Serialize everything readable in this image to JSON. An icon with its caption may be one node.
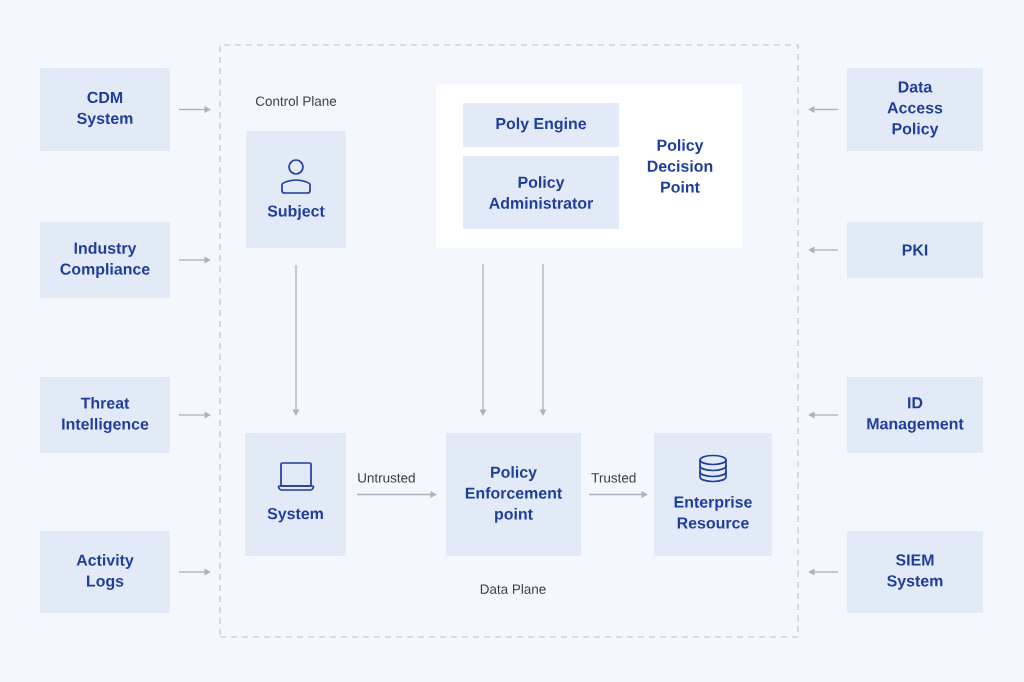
{
  "diagram": {
    "nodes": [
      {
        "text": [
          "CDM System"
        ]
      },
      {
        "text": [
          "Industry Compliance"
        ]
      },
      {
        "text": [
          "Threat Intelligence"
        ]
      },
      {
        "text": [
          "Activity Logs"
        ]
      },
      {
        "text": [],
        "shape": "box"
      },
      {
        "text": [
          "Subject"
        ],
        "in": 4
      },
      {
        "text": [
          "Policy Decision Point"
        ],
        "in": 4
      },
      {
        "text": [
          "Poly Engine"
        ],
        "in": 6
      },
      {
        "text": [
          "Policy Administrator"
        ],
        "in": 6
      },
      {
        "text": [
          "System"
        ],
        "in": 4
      },
      {
        "text": [
          "Policy Enforcement point"
        ],
        "in": 4
      },
      {
        "text": [
          "Enterprise Resource"
        ],
        "in": 4
      },
      {
        "text": [
          "Data Access Policy"
        ]
      },
      {
        "text": [
          "PKI"
        ]
      },
      {
        "text": [
          "ID Management"
        ]
      },
      {
        "text": [
          "SIEM System"
        ]
      }
    ],
    "edges": [
      {
        "from": 0,
        "to": 4,
        "arrow": "to"
      },
      {
        "from": 1,
        "to": 4,
        "arrow": "to"
      },
      {
        "from": 2,
        "to": 4,
        "arrow": "to"
      },
      {
        "from": 3,
        "to": 4,
        "arrow": "to"
      },
      {
        "from": 12,
        "to": 4,
        "arrow": "to"
      },
      {
        "from": 13,
        "to": 4,
        "arrow": "to"
      },
      {
        "from": 14,
        "to": 4,
        "arrow": "to"
      },
      {
        "from": 15,
        "to": 4,
        "arrow": "to"
      },
      {
        "from": 5,
        "to": 9,
        "arrow": "to"
      },
      {
        "from": 6,
        "to": 10,
        "arrow": "to"
      },
      {
        "from": 6,
        "to": 10,
        "arrow": "to"
      },
      {
        "from": 9,
        "to": 10,
        "arrow": "to",
        "label": "Untrusted"
      },
      {
        "from": 10,
        "to": 11,
        "arrow": "to",
        "label": "Trusted"
      }
    ],
    "labels": [
      "Control Plane",
      "Data Plane"
    ]
  }
}
